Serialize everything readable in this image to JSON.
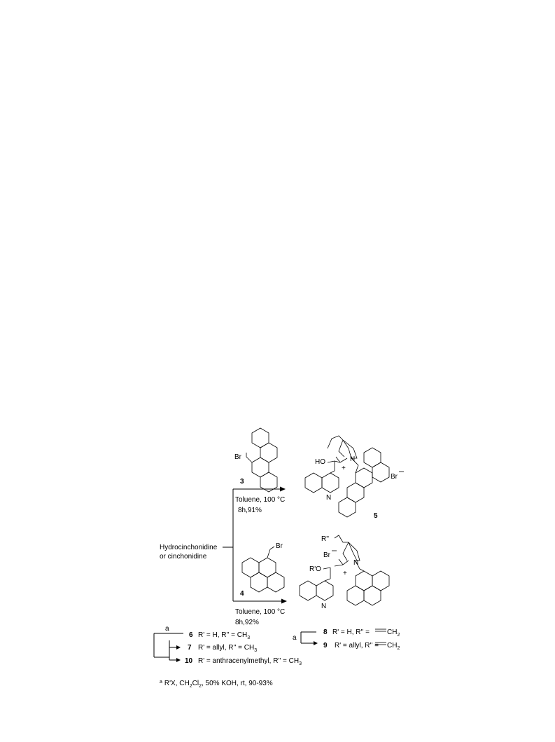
{
  "scheme": {
    "start_material": "Hydrocinchonidine\nor cinchonidine",
    "start_line1": "Hydrocinchonidine",
    "start_line2": "or cinchonidine",
    "reagent_top": {
      "number": "3",
      "atom_label": "Br"
    },
    "conditions_top": {
      "line1": "Toluene, 100 °C",
      "line2": "8h,91%"
    },
    "product_top": {
      "number": "5",
      "counterion": "Br",
      "charge": "+",
      "ho_label": "HO",
      "n_label": "N",
      "quinoline_n": "N"
    },
    "reagent_bottom": {
      "number": "4",
      "atom_label": "Br"
    },
    "conditions_bottom": {
      "line1": "Toluene, 100 °C",
      "line2": "8h,92%"
    },
    "product_bottom": {
      "r2_label": "R''",
      "counterion": "Br",
      "charge": "+",
      "ro_label": "R'O",
      "n_label": "N",
      "quinoline_n": "N"
    },
    "derivatives_left": {
      "arrow_label": "a",
      "items": [
        {
          "number": "6",
          "text": "R' = H, R'' = CH",
          "sub": "3"
        },
        {
          "number": "7",
          "text": "R' = allyl, R'' = CH",
          "sub": "3"
        },
        {
          "number": "10",
          "text": "R' = anthracenylmethyl, R'' = CH",
          "sub": "3"
        }
      ]
    },
    "derivatives_right": {
      "arrow_label": "a",
      "items": [
        {
          "number": "8",
          "text": "R' = H, R'' = ",
          "vinyl": "CH",
          "sub": "2"
        },
        {
          "number": "9",
          "text": "R' = allyl, R'' = ",
          "vinyl": "CH",
          "sub": "2"
        }
      ]
    },
    "footnote": {
      "mark": "a",
      "text": "R'X, CH",
      "sub": "2",
      "text2": "Cl",
      "sub2": "2",
      "text3": ", 50% KOH, rt, 90-93%"
    }
  }
}
